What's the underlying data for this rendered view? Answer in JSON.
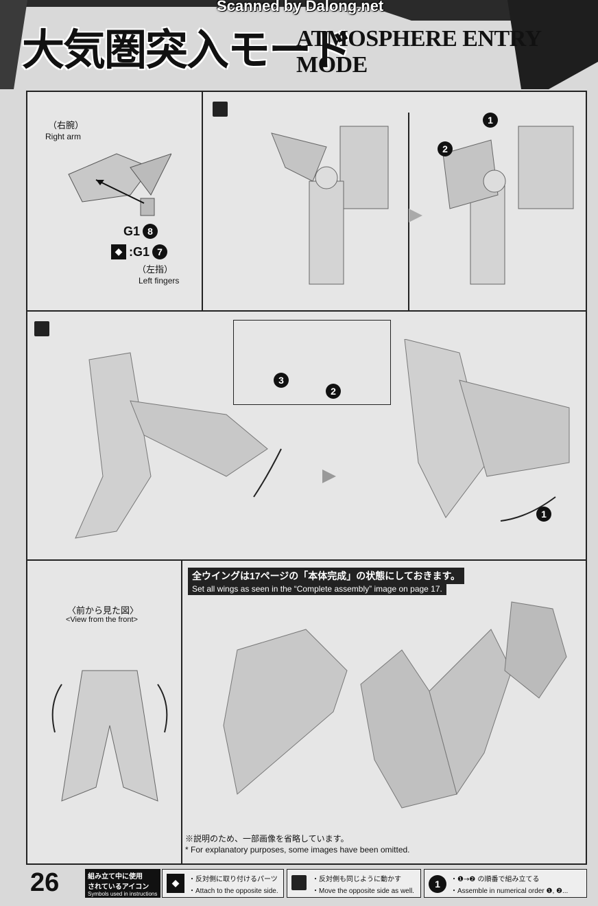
{
  "header": {
    "scan_credit": "Scanned by Dalong.net",
    "title_jp": "大気圏突入モード",
    "title_en": "ATMOSPHERE ENTRY MODE"
  },
  "panel1": {
    "right_arm_jp": "（右腕）",
    "right_arm_en": "Right arm",
    "part_g18": "G1",
    "part_g18_num": "8",
    "part_g17": ":G1",
    "part_g17_num": "7",
    "left_fingers_jp": "（左指）",
    "left_fingers_en": "Left fingers"
  },
  "panel2": {
    "step1": "1",
    "step2": "2"
  },
  "panel3": {
    "step1": "1",
    "step2": "2",
    "step3": "3"
  },
  "panel4": {
    "view_jp": "〈前から見た図〉",
    "view_en": "<View from the front>"
  },
  "panel5": {
    "note_jp": "全ウイングは17ページの「本体完成」の状態にしておきます。",
    "note_en": "Set all wings as seen in the “Complete assembly” image on page 17.",
    "omit_jp": "※説明のため、一部画像を省略しています。",
    "omit_en": "* For explanatory purposes, some images have been omitted."
  },
  "footer": {
    "page_number": "26",
    "symbols_jp_1": "組み立て中に使用",
    "symbols_jp_2": "されているアイコン",
    "symbols_en": "Symbols used in instructions",
    "attach_jp": "・反対側に取り付けるパーツ",
    "attach_en": "・Attach to the opposite side.",
    "move_jp": "・反対側も同じように動かす",
    "move_en": "・Move the opposite side as well.",
    "order_jp": "・❶→❷ の順番で組み立てる",
    "order_en": "・Assemble in numerical order ❶, ❷...",
    "order_num": "1"
  },
  "colors": {
    "dark": "#222222",
    "panel_bg": "#e6e6e6",
    "page_bg": "#d9d9d9"
  }
}
